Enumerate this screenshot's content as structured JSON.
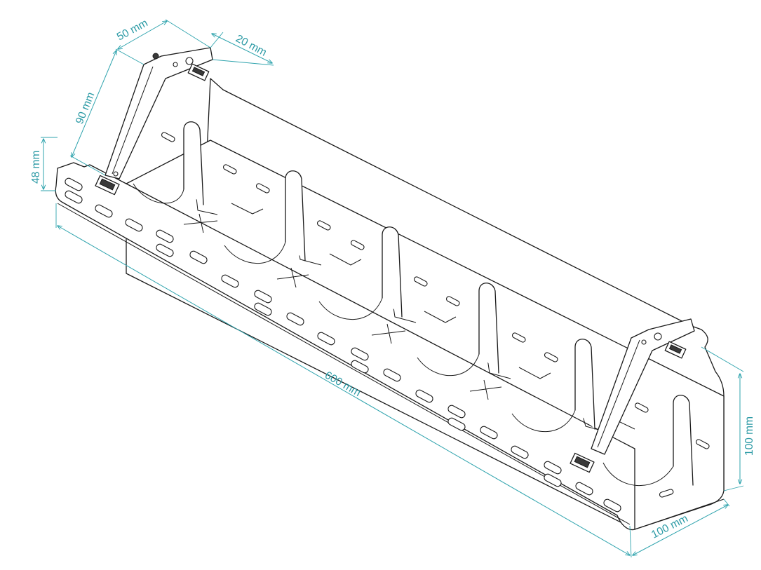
{
  "dimensions": {
    "d50": "50 mm",
    "d20": "20 mm",
    "d90": "90 mm",
    "d48": "48 mm",
    "d600": "600 mm",
    "d100h": "100 mm",
    "d100w": "100 mm"
  },
  "colors": {
    "dimension": "#2ea3ad",
    "outline": "#1a1a1a",
    "background": "#ffffff"
  }
}
